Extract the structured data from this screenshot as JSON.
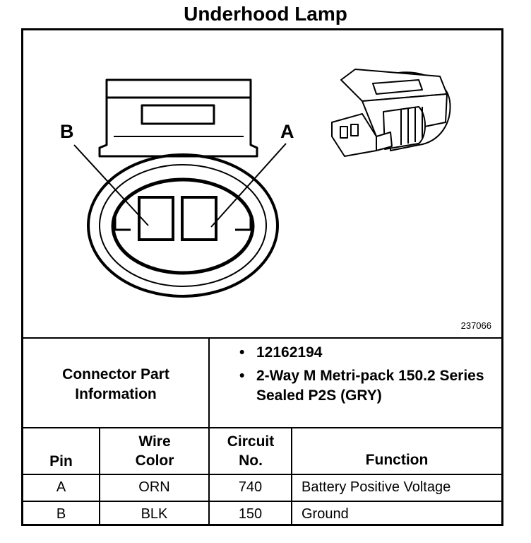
{
  "title": "Underhood Lamp",
  "figure": {
    "label_b": "B",
    "label_a": "A",
    "figure_id": "237066"
  },
  "connector_info": {
    "label": "Connector Part Information",
    "items": [
      "12162194",
      "2-Way M Metri-pack 150.2 Series Sealed P2S (GRY)"
    ]
  },
  "table": {
    "headers": {
      "pin": "Pin",
      "wire_color": "Wire Color",
      "circuit_no": "Circuit No.",
      "function": "Function"
    },
    "rows": [
      {
        "pin": "A",
        "wire_color": "ORN",
        "circuit_no": "740",
        "function": "Battery Positive Voltage"
      },
      {
        "pin": "B",
        "wire_color": "BLK",
        "circuit_no": "150",
        "function": "Ground"
      }
    ]
  }
}
